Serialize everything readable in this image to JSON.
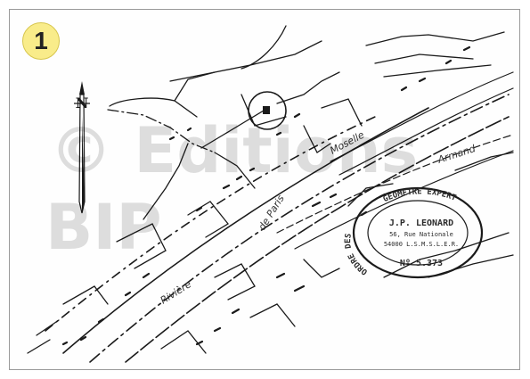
{
  "plate_number": "1",
  "watermark": {
    "line1": "© Editions",
    "line2": "BIP"
  },
  "north_label": "N",
  "street_labels": {
    "moselle": "Moselle",
    "paris": "de Paris",
    "riviere": "Rivière",
    "armand": "Armand"
  },
  "stamp": {
    "arc_top": "GEOMETRE EXPERT",
    "arc_left": "ORDRE DES",
    "name": "J.P. LEONARD",
    "line2": "56, Rue Nationale",
    "line3": "54000 L.S.M.S.L.E.R.",
    "number": "Nº 5.373"
  },
  "colors": {
    "badge": "#f9ec8a",
    "ink": "#1a1a1a"
  }
}
